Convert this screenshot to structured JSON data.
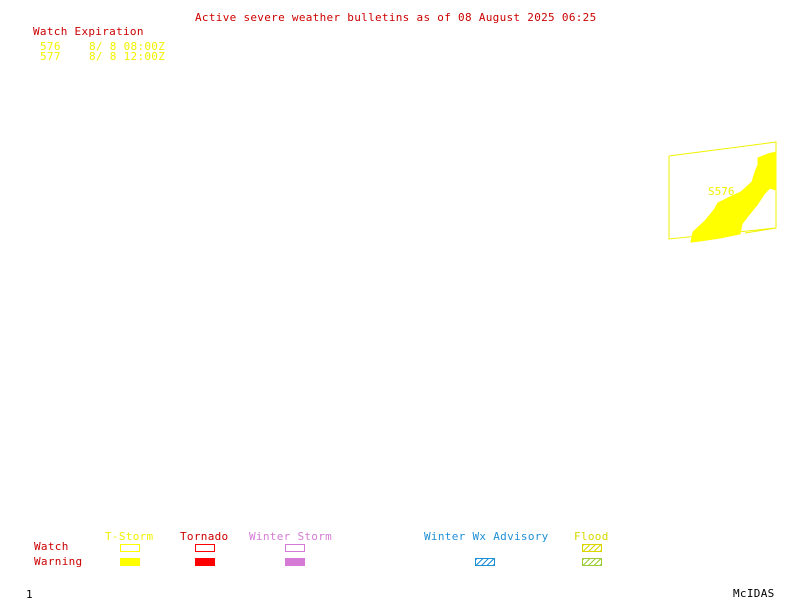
{
  "header": {
    "title": "Active severe weather bulletins as of 08 August 2025 06:25"
  },
  "watch_table": {
    "heading": "Watch Expiration",
    "rows": [
      {
        "id": "576",
        "expires": "8/ 8 08:00Z"
      },
      {
        "id": "577",
        "expires": "8/ 8 12:00Z"
      }
    ]
  },
  "map": {
    "polygon_label": "S576",
    "watch_color": "#f2f200",
    "warning_fill": "#ffff00"
  },
  "legend": {
    "row_labels": {
      "watch": "Watch",
      "warning": "Warning"
    },
    "columns": {
      "tstorm": "T-Storm",
      "tornado": "Tornado",
      "winter_storm": "Winter Storm",
      "winter_wx_advisory": "Winter Wx Advisory",
      "flood": "Flood"
    },
    "colors": {
      "tstorm": "#ffff00",
      "tornado": "#ff0000",
      "winter_storm": "#d57bd5",
      "winter_wx_advisory": "#1f8fd6",
      "flood": "#9acd32"
    }
  },
  "footer": {
    "frame_number": "1",
    "software": "McIDAS"
  }
}
